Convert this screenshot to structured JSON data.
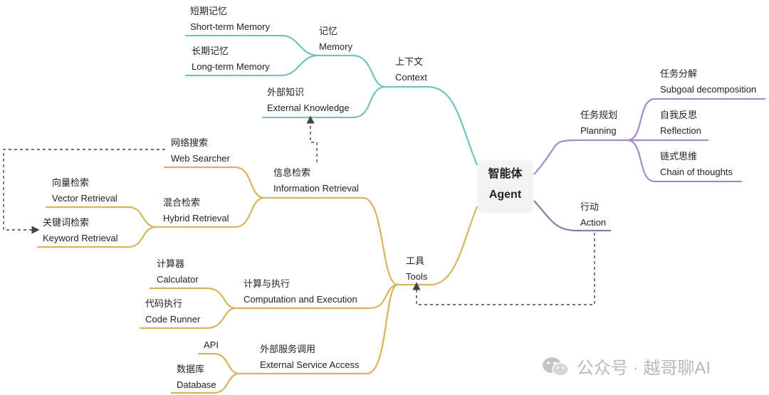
{
  "root": {
    "zh": "智能体",
    "en": "Agent"
  },
  "context": {
    "zh": "上下文",
    "en": "Context",
    "memory": {
      "zh": "记忆",
      "en": "Memory"
    },
    "short_term": {
      "zh": "短期记忆",
      "en": "Short-term Memory"
    },
    "long_term": {
      "zh": "长期记忆",
      "en": "Long-term Memory"
    },
    "external_knowledge": {
      "zh": "外部知识",
      "en": "External Knowledge"
    }
  },
  "planning": {
    "zh": "任务规划",
    "en": "Planning",
    "subgoal": {
      "zh": "任务分解",
      "en": "Subgoal decomposition"
    },
    "reflection": {
      "zh": "自我反思",
      "en": "Reflection"
    },
    "chain": {
      "zh": "链式思维",
      "en": "Chain of thoughts"
    }
  },
  "action": {
    "zh": "行动",
    "en": "Action"
  },
  "tools": {
    "zh": "工具",
    "en": "Tools",
    "info_retrieval": {
      "zh": "信息检索",
      "en": "Information Retrieval"
    },
    "web_searcher": {
      "zh": "网络搜索",
      "en": "Web Searcher"
    },
    "hybrid": {
      "zh": "混合检索",
      "en": "Hybrid Retrieval"
    },
    "vector": {
      "zh": "向量检索",
      "en": "Vector Retrieval"
    },
    "keyword": {
      "zh": "关键词检索",
      "en": "Keyword Retrieval"
    },
    "computation": {
      "zh": "计算与执行",
      "en": "Computation and Execution"
    },
    "calculator": {
      "zh": "计算器",
      "en": "Calculator"
    },
    "code_runner": {
      "zh": "代码执行",
      "en": "Code Runner"
    },
    "external_service": {
      "zh": "外部服务调用",
      "en": "External Service Access"
    },
    "api": {
      "en": "API"
    },
    "database": {
      "zh": "数据库",
      "en": "Database"
    }
  },
  "colors": {
    "context": "#72c3c0",
    "planning": "#a48bc9",
    "action": "#7b7fab",
    "tools": "#d9b45a",
    "dashed": "#444444"
  },
  "watermark": "公众号 · 越哥聊AI"
}
